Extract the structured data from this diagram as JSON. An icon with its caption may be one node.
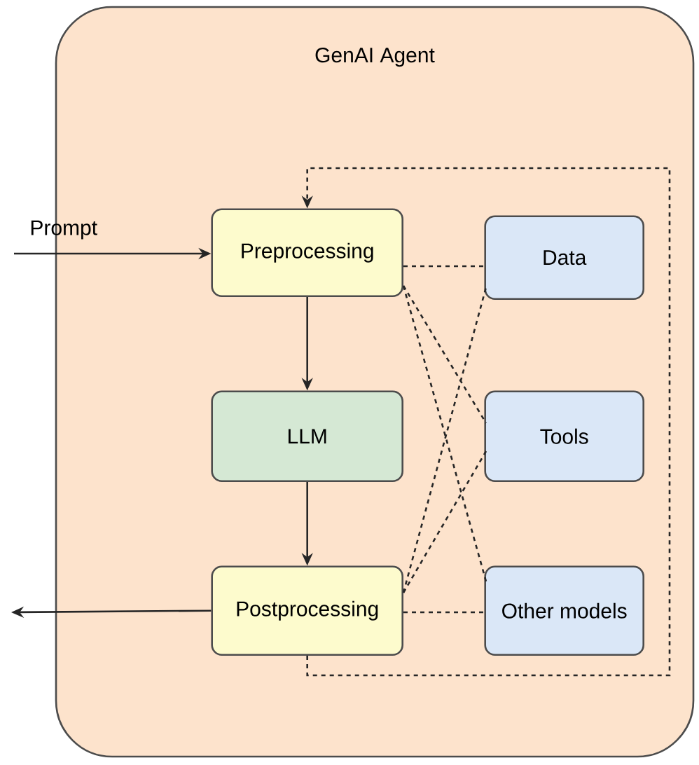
{
  "diagram": {
    "nodes": [
      {
        "text": [
          "GenAI Agent"
        ]
      },
      {
        "text": [
          "Prompt"
        ]
      },
      {
        "text": [
          "Preprocessing"
        ],
        "in": 0
      },
      {
        "text": [
          "LLM"
        ],
        "in": 0
      },
      {
        "text": [
          "Postprocessing"
        ],
        "in": 0
      },
      {
        "text": [
          "Data"
        ],
        "in": 0
      },
      {
        "text": [
          "Tools"
        ],
        "in": 0
      },
      {
        "text": [
          "Other models"
        ],
        "in": 0
      }
    ],
    "edges": [
      {
        "from": 1,
        "to": 2,
        "arrow": "to"
      },
      {
        "from": 2,
        "to": 3,
        "arrow": "to"
      },
      {
        "from": 3,
        "to": 4,
        "arrow": "to"
      },
      {
        "from": 4,
        "to": null,
        "arrow": "to"
      },
      {
        "from": 2,
        "to": 5,
        "arrow": "none",
        "style": "dashed"
      },
      {
        "from": 2,
        "to": 6,
        "arrow": "none",
        "style": "dashed"
      },
      {
        "from": 2,
        "to": 7,
        "arrow": "none",
        "style": "dashed"
      },
      {
        "from": 4,
        "to": 5,
        "arrow": "none",
        "style": "dashed"
      },
      {
        "from": 4,
        "to": 6,
        "arrow": "none",
        "style": "dashed"
      },
      {
        "from": 4,
        "to": 7,
        "arrow": "none",
        "style": "dashed"
      },
      {
        "from": 4,
        "to": 2,
        "arrow": "to",
        "style": "dashed"
      }
    ]
  }
}
